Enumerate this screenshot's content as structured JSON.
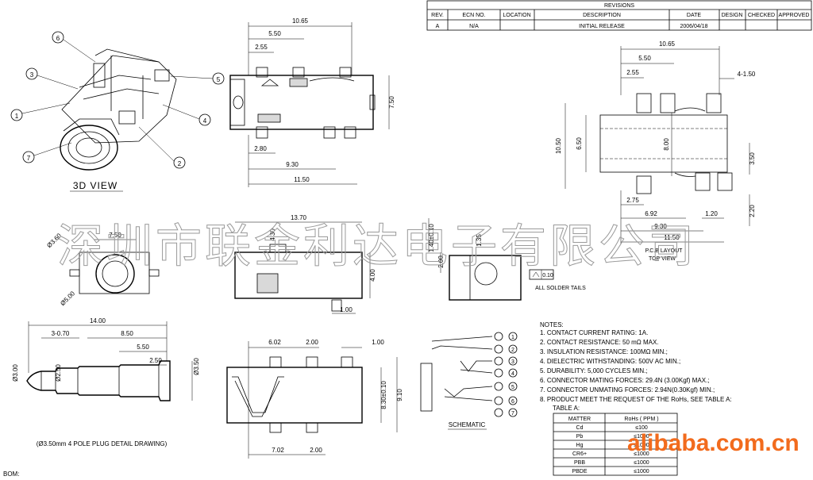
{
  "revisions": {
    "title": "REVISIONS",
    "headers": [
      "REV.",
      "ECN NO.",
      "LOCATION",
      "DESCRIPTION",
      "DATE",
      "DESIGN",
      "CHECKED",
      "APPROVED"
    ],
    "row": [
      "A",
      "N/A",
      "",
      "INITIAL RELEASE",
      "2006/04/18",
      "",
      "",
      ""
    ]
  },
  "view_3d": {
    "label": "3D VIEW",
    "callouts": [
      "1",
      "2",
      "3",
      "4",
      "5",
      "6",
      "7"
    ]
  },
  "front_view": {
    "dims": [
      "10.65",
      "5.50",
      "2.55",
      "7.50",
      "2.80",
      "9.30",
      "11.50"
    ]
  },
  "pcb_layout": {
    "dims": [
      "10.65",
      "5.50",
      "2.55",
      "4-1.50",
      "10.50",
      "6.50",
      "8.00",
      "3.50",
      "2.75",
      "6.92",
      "1.20",
      "9.30",
      "11.50",
      "2.20"
    ],
    "label1": "P.C.B LAYOUT",
    "label2": "TOP VIEW"
  },
  "side_views": {
    "dims": [
      "7.50",
      "Ø3.60",
      "Ø5.00",
      "13.70",
      "4.30",
      "4.00",
      "1.00",
      "1.40±0.10",
      "2.00",
      "1.35"
    ],
    "tolerance": "0.10",
    "tails_note": "ALL SOLDER TAILS"
  },
  "plug_view": {
    "dims": [
      "14.00",
      "3-0.70",
      "8.50",
      "5.50",
      "2.50",
      "Ø3.00",
      "Ø2.50",
      "Ø3.50"
    ],
    "caption": "(Ø3.50mm 4 POLE PLUG DETAIL DRAWING)"
  },
  "bottom_view": {
    "dims": [
      "6.02",
      "2.00",
      "1.00",
      "8.30±0.10",
      "9.10",
      "7.02",
      "2.00"
    ]
  },
  "schematic": {
    "label": "SCHEMATIC",
    "pins": [
      "1",
      "2",
      "3",
      "4",
      "5",
      "6",
      "7"
    ]
  },
  "notes": {
    "title": "NOTES:",
    "items": [
      "1. CONTACT CURRENT RATING: 1A.",
      "2. CONTACT RESISTANCE: 50 mΩ MAX.",
      "3. INSULATION RESISTANCE: 100MΩ MIN.;",
      "4. DIELECTRIC WITHSTANDING: 500V AC MIN.;",
      "5. DURABILITY: 5,000 CYCLES MIN.;",
      "6. CONNECTOR MATING FORCES: 29.4N (3.00Kgf) MAX.;",
      "7. CONNECTOR UNMATING FORCES: 2.94N(0.30Kgf) MIN.;",
      "8. PRODUCT MEET THE REQUEST OF THE RoHs, SEE TABLE A:"
    ],
    "table_title": "TABLE A:"
  },
  "rohs_table": {
    "headers": [
      "MATTER",
      "RoHs ( PPM )"
    ],
    "rows": [
      [
        "Cd",
        "≤100"
      ],
      [
        "Pb",
        "≤1000"
      ],
      [
        "Hg",
        "≤1000"
      ],
      [
        "CR6+",
        "≤1000"
      ],
      [
        "PBB",
        "≤1000"
      ],
      [
        "PBDE",
        "≤1000"
      ]
    ]
  },
  "bom_label": "BOM:",
  "watermark_cn": "深圳市联金利达电子有限公司",
  "watermark_site": "alibaba.com.cn"
}
